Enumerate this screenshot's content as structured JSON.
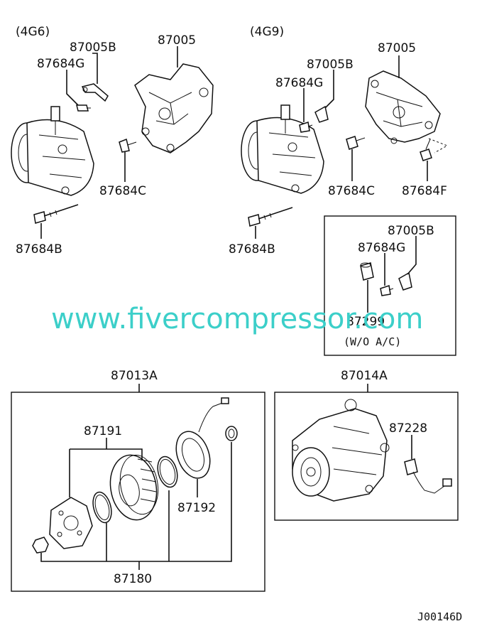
{
  "sections": {
    "left_engine": "(4G6)",
    "right_engine": "(4G9)",
    "wo_ac_note": "(W/O  A/C)"
  },
  "labels": {
    "left_bracket": "87005",
    "left_bracket_b": "87005B",
    "left_bolt_g": "87684G",
    "left_bolt_c": "87684C",
    "left_bolt_b": "87684B",
    "right_bracket": "87005",
    "right_bracket_b": "87005B",
    "right_bolt_g": "87684G",
    "right_bolt_c": "87684C",
    "right_bolt_f": "87684F",
    "right_bolt_b": "87684B",
    "inset_bracket_b": "87005B",
    "inset_bolt_g": "87684G",
    "inset_plug": "87299",
    "clutch_assembly": "87013A",
    "pulley": "87191",
    "field_coil": "87192",
    "clutch_kit": "87180",
    "compressor_assembly": "87014A",
    "harness": "87228"
  },
  "watermark": "www.fivercompressor.com",
  "drawing_code": "J00146D"
}
